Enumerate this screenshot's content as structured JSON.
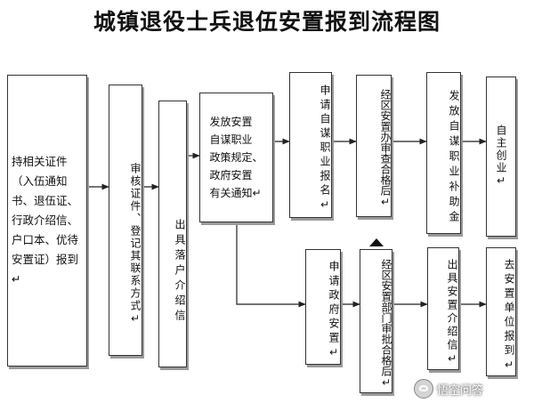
{
  "title": "城镇退役士兵退伍安置报到流程图",
  "nodes": {
    "hold_documents": "持相关证件（入伍通知书、退伍证、行政介绍信、户口本、优待安置证）报到↵",
    "review_documents": "审核证件、登记其联系方式↵",
    "issue_household_letter": "出具落户介绍信",
    "issue_notice": [
      "发放安置",
      "自谋职业",
      "政策规定、",
      "政府安置",
      "有关通知↵"
    ],
    "apply_self_employment": "申请自谋职业报名↵",
    "district_office_review": "经区安置办审查合格后↵",
    "issue_subsidy": "发放自谋职业补助金",
    "self_employment": "自主创业↵",
    "apply_government_placement": "申请政府安置↵",
    "district_dept_approval": "经区安置部门审批合格后↵",
    "issue_placement_letter": "出具安置介绍信↵",
    "report_to_unit": "去安置单位报到↵"
  },
  "watermark": {
    "text": "悟空问答",
    "logo_icon": "wukong-logo-icon"
  }
}
